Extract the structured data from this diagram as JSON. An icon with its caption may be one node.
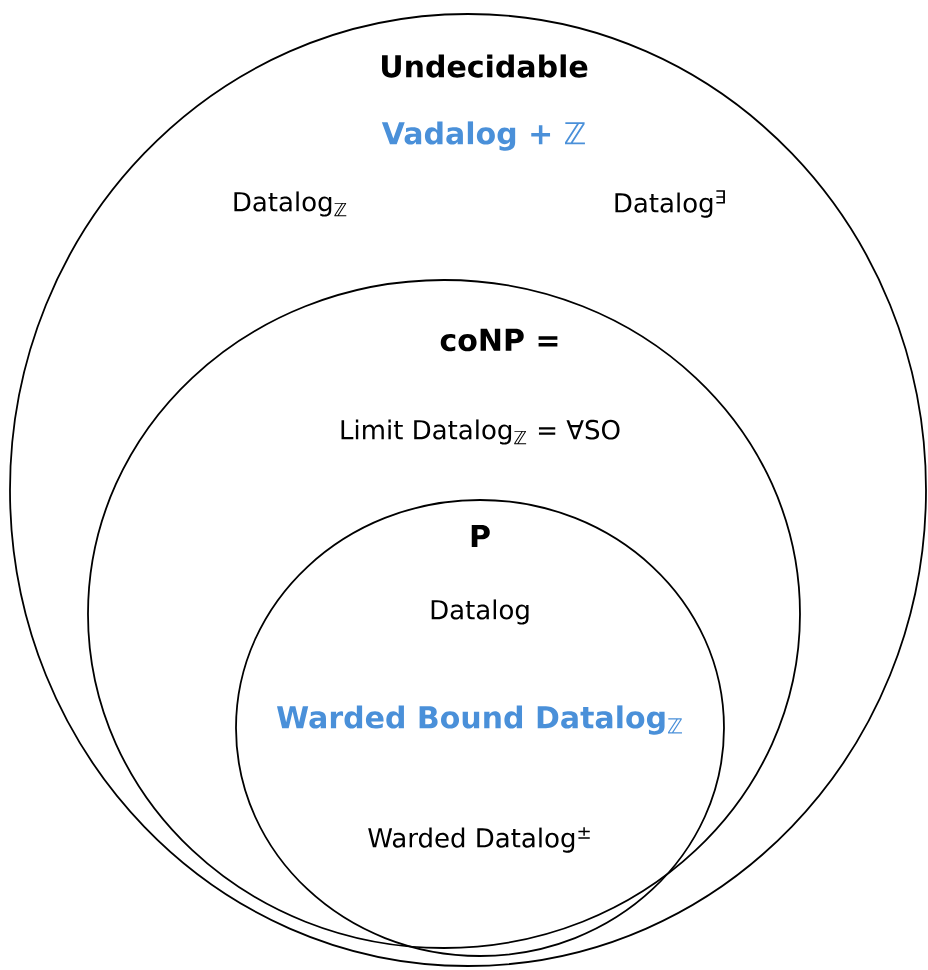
{
  "diagram": {
    "nodes": [
      {
        "text": [
          "Undecidable",
          "Vadalog + ℤ",
          "Datalog$_{ℤ}$",
          "Datalog$^{∃}$"
        ]
      },
      {
        "text": [
          "coNP =",
          "Limit Datalog$_{ℤ}$ = ∀SO"
        ],
        "in": 0
      },
      {
        "text": [
          "P",
          "Datalog",
          "Warded Bound Datalog$_{ℤ}$",
          "Warded Datalog$^{±}$"
        ],
        "in": 1
      }
    ]
  }
}
